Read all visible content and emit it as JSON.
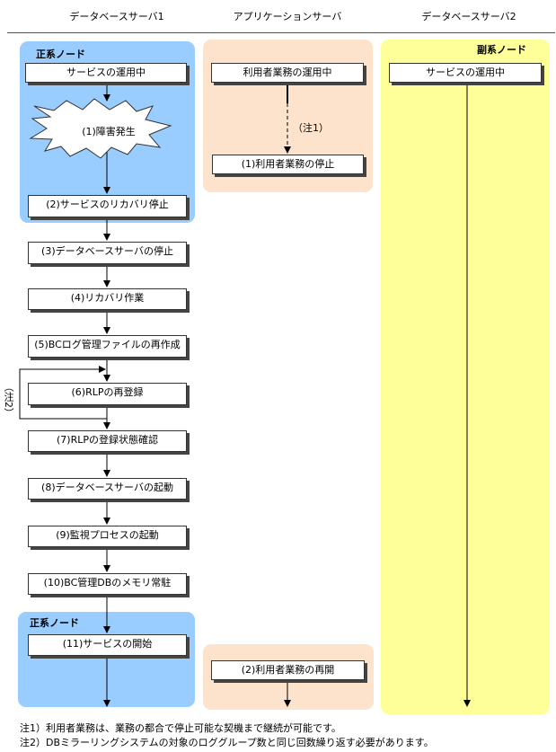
{
  "columns": {
    "db1": "データベースサーバ1",
    "app": "アプリケーションサーバ",
    "db2": "データベースサーバ2"
  },
  "panels": {
    "primary_top": "正系ノード",
    "secondary": "副系ノード",
    "primary_bottom": "正系ノード"
  },
  "db1_steps": {
    "service_running": "サービスの運用中",
    "failure": "(1)障害発生",
    "step2": "(2)サービスのリカバリ停止",
    "step3": "(3)データベースサーバの停止",
    "step4": "(4)リカバリ作業",
    "step5": "(5)BCログ管理ファイルの再作成",
    "step6": "(6)RLPの再登録",
    "step7": "(7)RLPの登録状態確認",
    "step8": "(8)データベースサーバの起動",
    "step9": "(9)監視プロセスの起動",
    "step10": "(10)BC管理DBのメモリ常駐",
    "step11": "(11)サービスの開始"
  },
  "app_steps": {
    "running": "利用者業務の運用中",
    "note_ref": "（注1）",
    "stop": "(1)利用者業務の停止",
    "resume": "(2)利用者業務の再開"
  },
  "db2_steps": {
    "service_running": "サービスの運用中"
  },
  "loop_note": "（注2）",
  "notes": {
    "note1": "注1）利用者業務は、業務の都合で停止可能な契機まで継続が可能です。",
    "note2": "注2）DBミラーリングシステムの対象のロググループ数と同じ回数繰り返す必要があります。"
  }
}
